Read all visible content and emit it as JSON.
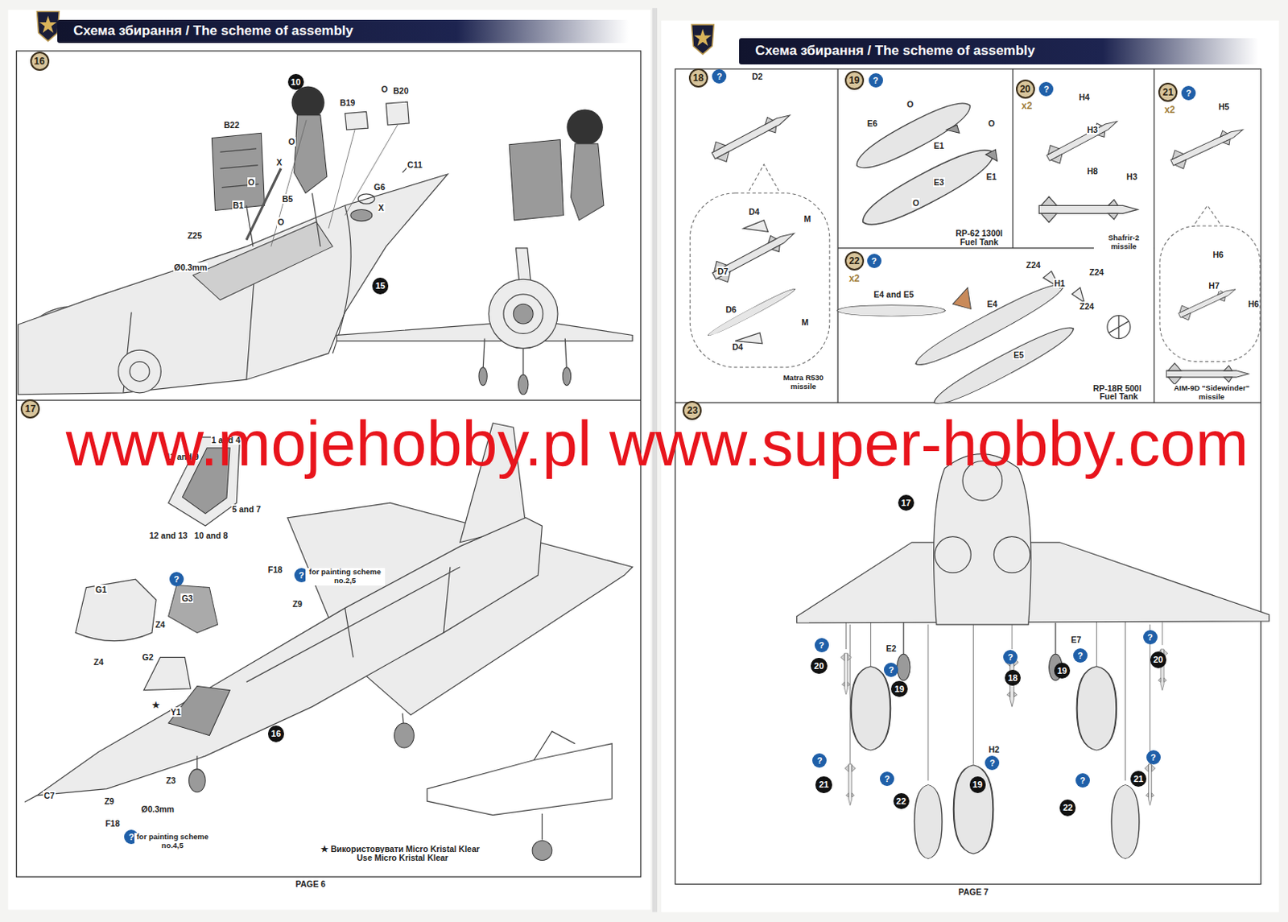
{
  "diagram": {
    "nodes": [
      {
        "text": [
          "Схема збирання / The scheme of assembly"
        ]
      },
      {
        "text": [
          "16"
        ]
      },
      {
        "text": [
          "10"
        ]
      },
      {
        "text": [
          "15"
        ]
      },
      {
        "text": [
          "17"
        ]
      },
      {
        "text": [
          "?"
        ]
      },
      {
        "text": [
          "?"
        ]
      },
      {
        "text": [
          "16"
        ]
      },
      {
        "text": [
          "?"
        ]
      },
      {
        "text": [
          "Схема збирання / The scheme of assembly"
        ]
      },
      {
        "text": [
          "18"
        ]
      },
      {
        "text": [
          "?"
        ]
      },
      {
        "text": [
          "19"
        ]
      },
      {
        "text": [
          "?"
        ]
      },
      {
        "text": [
          "20"
        ]
      },
      {
        "text": [
          "?"
        ]
      },
      {
        "text": [
          "21"
        ]
      },
      {
        "text": [
          "?"
        ]
      },
      {
        "text": [
          "22"
        ]
      },
      {
        "text": [
          "?"
        ]
      },
      {
        "text": [
          "23"
        ]
      },
      {
        "text": [
          "17"
        ]
      },
      {
        "text": [
          "?"
        ]
      },
      {
        "text": [
          "20"
        ]
      },
      {
        "text": [
          "?"
        ]
      },
      {
        "text": [
          "19"
        ]
      },
      {
        "text": [
          "?"
        ]
      },
      {
        "text": [
          "18"
        ]
      },
      {
        "text": [
          "?"
        ]
      },
      {
        "text": [
          "19"
        ]
      },
      {
        "text": [
          "?"
        ]
      },
      {
        "text": [
          "20"
        ]
      },
      {
        "text": [
          "?"
        ]
      },
      {
        "text": [
          "21"
        ]
      },
      {
        "text": [
          "?"
        ]
      },
      {
        "text": [
          "22"
        ]
      },
      {
        "text": [
          "?"
        ]
      },
      {
        "text": [
          "19"
        ]
      },
      {
        "text": [
          "?"
        ]
      },
      {
        "text": [
          "22"
        ]
      },
      {
        "text": [
          "?"
        ]
      },
      {
        "text": [
          "21"
        ]
      }
    ],
    "labels": [
      "O",
      "B20",
      "B19",
      "B22",
      "O",
      "X",
      "C11",
      "O",
      "G6",
      "B5",
      "B1",
      "X",
      "O",
      "Z25",
      "Ø0.3mm",
      "11 and 9",
      "1 and 4",
      "5 and 7",
      "12 and 13",
      "10 and 8",
      "G1",
      "G3",
      "Z4",
      "Z4",
      "F18",
      "for painting scheme no.2,5",
      "Z9",
      "G2",
      "★",
      "Y1",
      "C7",
      "Z3",
      "Z9",
      "Ø0.3mm",
      "F18",
      "for painting scheme no.4,5",
      "★ Використовувати Micro Kristal Klear",
      "Use Micro Kristal Klear",
      "PAGE 6",
      "D2",
      "D4",
      "M",
      "D7",
      "D6",
      "M",
      "D4",
      "Matra R530 missile",
      "O",
      "E6",
      "O",
      "E1",
      "E1",
      "E3",
      "O",
      "RP-62 1300l",
      "Fuel Tank",
      "x2",
      "H4",
      "H3",
      "H8",
      "H3",
      "Shafrir-2 missile",
      "x2",
      "H5",
      "H6",
      "H7",
      "H6",
      "AIM-9D \"Sidewinder\" missile",
      "x2",
      "Z24",
      "Z24",
      "H1",
      "Z24",
      "E4 and E5",
      "E4",
      "E5",
      "RP-18R 500l",
      "Fuel Tank",
      "E2",
      "E7",
      "H2",
      "PAGE 7",
      "www.mojehobby.pl www.super-hobby.com"
    ]
  }
}
